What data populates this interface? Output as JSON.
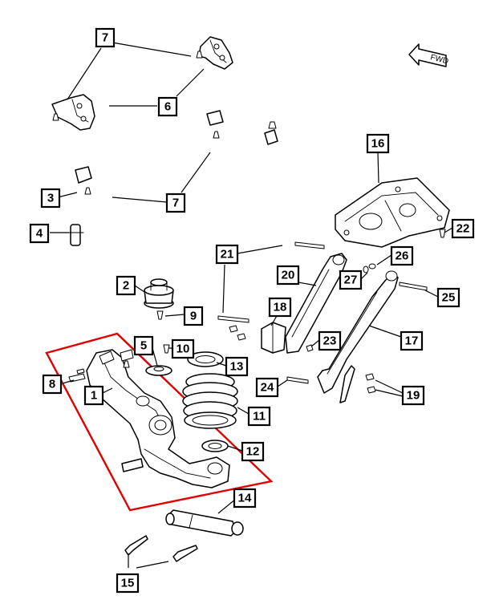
{
  "callouts": [
    {
      "id": "c1",
      "label": "1"
    },
    {
      "id": "c2",
      "label": "2"
    },
    {
      "id": "c3",
      "label": "3"
    },
    {
      "id": "c4",
      "label": "4"
    },
    {
      "id": "c5",
      "label": "5"
    },
    {
      "id": "c6",
      "label": "6"
    },
    {
      "id": "c7a",
      "label": "7"
    },
    {
      "id": "c7b",
      "label": "7"
    },
    {
      "id": "c8",
      "label": "8"
    },
    {
      "id": "c9",
      "label": "9"
    },
    {
      "id": "c10",
      "label": "10"
    },
    {
      "id": "c11",
      "label": "11"
    },
    {
      "id": "c12",
      "label": "12"
    },
    {
      "id": "c13",
      "label": "13"
    },
    {
      "id": "c14",
      "label": "14"
    },
    {
      "id": "c15",
      "label": "15"
    },
    {
      "id": "c16",
      "label": "16"
    },
    {
      "id": "c17",
      "label": "17"
    },
    {
      "id": "c18",
      "label": "18"
    },
    {
      "id": "c19",
      "label": "19"
    },
    {
      "id": "c20",
      "label": "20"
    },
    {
      "id": "c21",
      "label": "21"
    },
    {
      "id": "c22",
      "label": "22"
    },
    {
      "id": "c23",
      "label": "23"
    },
    {
      "id": "c24",
      "label": "24"
    },
    {
      "id": "c25",
      "label": "25"
    },
    {
      "id": "c26",
      "label": "26"
    },
    {
      "id": "c27",
      "label": "27"
    }
  ],
  "direction_arrow": {
    "label": "FWD"
  },
  "highlight_color": "#e00000"
}
